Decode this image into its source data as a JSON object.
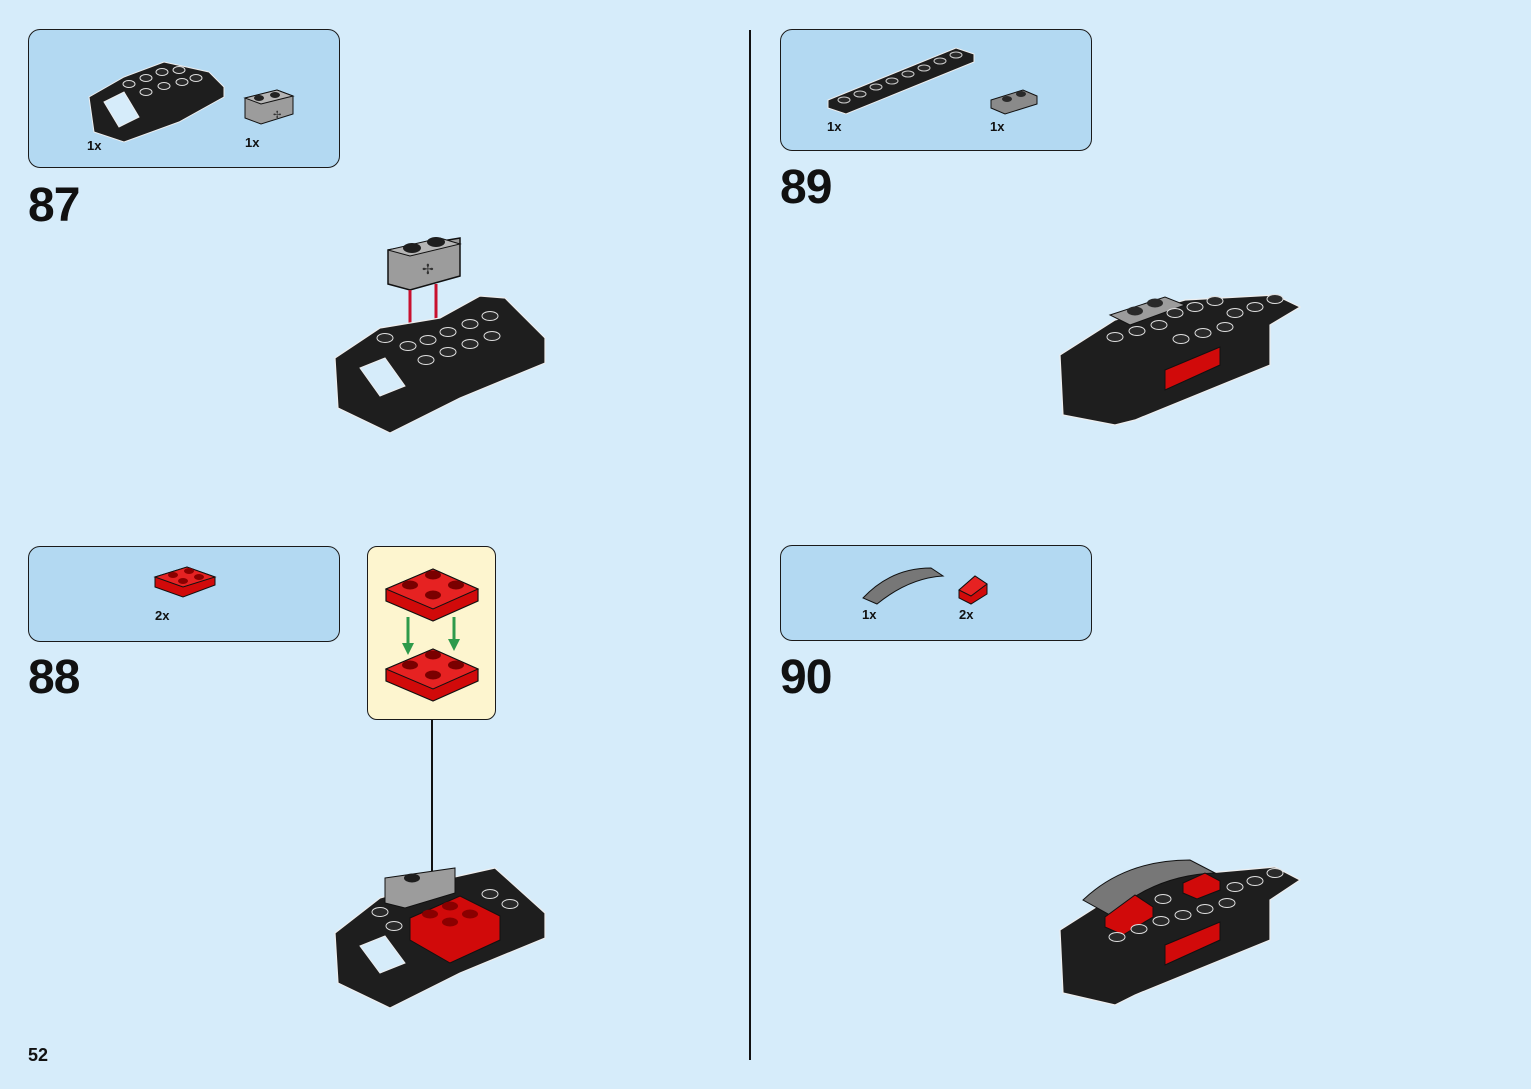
{
  "page_number": "52",
  "steps": [
    {
      "number": "87",
      "parts": [
        {
          "qty": "1x",
          "part": "black chassis base"
        },
        {
          "qty": "1x",
          "part": "gray technic brick 1x2 with axle hole"
        }
      ]
    },
    {
      "number": "88",
      "parts": [
        {
          "qty": "2x",
          "part": "red plate 2x2"
        }
      ]
    },
    {
      "number": "89",
      "parts": [
        {
          "qty": "1x",
          "part": "black plate 1x8"
        },
        {
          "qty": "1x",
          "part": "gray plate 1x2"
        }
      ]
    },
    {
      "number": "90",
      "parts": [
        {
          "qty": "1x",
          "part": "gray curved slope"
        },
        {
          "qty": "2x",
          "part": "red slope 1x1"
        }
      ]
    }
  ],
  "colors": {
    "background": "#d6ecfa",
    "parts_box": "#b3d9f2",
    "subassembly_box": "#fdf5cf",
    "brick_black": "#1e1e1e",
    "brick_red": "#d10a0a",
    "brick_gray": "#9c9c9c",
    "arrow_red": "#c8102e",
    "arrow_green": "#2e9a4b"
  }
}
